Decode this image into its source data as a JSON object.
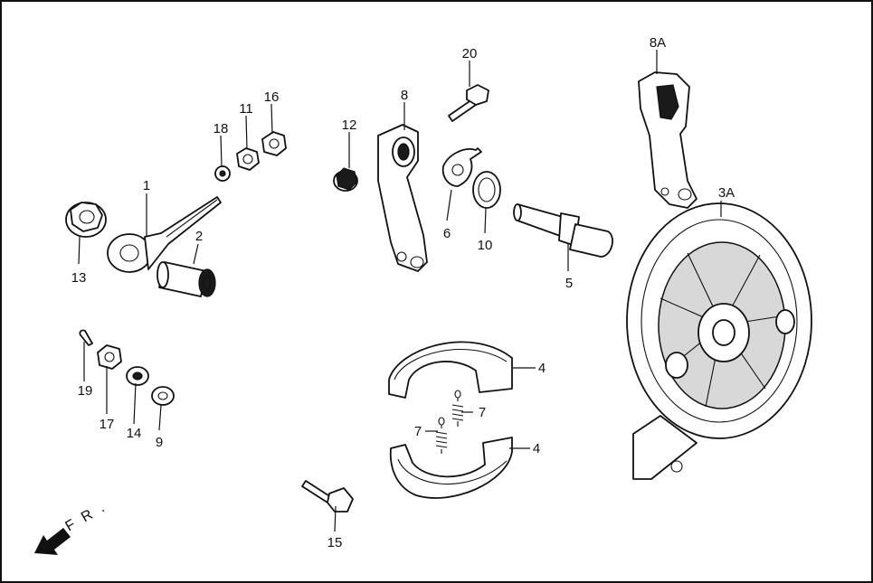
{
  "diagram": {
    "callouts": {
      "p1": "1",
      "p2": "2",
      "p3a": "3A",
      "p4a": "4",
      "p4b": "4",
      "p5": "5",
      "p6": "6",
      "p7a": "7",
      "p7b": "7",
      "p8": "8",
      "p8a": "8A",
      "p9": "9",
      "p10": "10",
      "p11": "11",
      "p12": "12",
      "p13": "13",
      "p14": "14",
      "p15": "15",
      "p16": "16",
      "p17": "17",
      "p18": "18",
      "p19": "19",
      "p20": "20"
    },
    "front_label": "F R ."
  },
  "colors": {
    "line": "#111111",
    "background": "#ffffff",
    "shade": "#d8d8d8"
  }
}
